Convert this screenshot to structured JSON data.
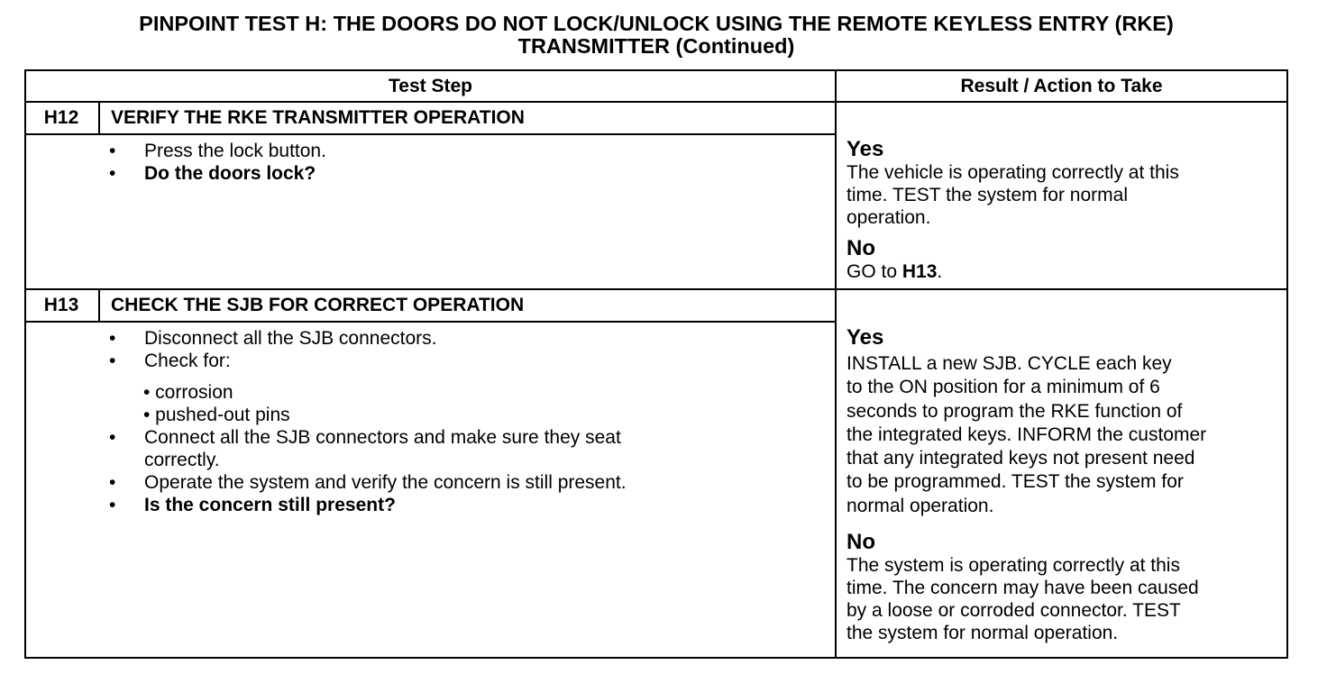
{
  "title": {
    "line1": "PINPOINT TEST  H: THE DOORS DO NOT LOCK/UNLOCK USING THE REMOTE KEYLESS ENTRY (RKE)",
    "line2": "TRANSMITTER (Continued)"
  },
  "table": {
    "headers": {
      "test_step": "Test Step",
      "result_action": "Result / Action to Take"
    },
    "steps": [
      {
        "id": "H12",
        "title": "VERIFY THE RKE TRANSMITTER OPERATION",
        "bullets": [
          "Press the lock button.",
          "Do the doors lock?"
        ],
        "yes_label": "Yes",
        "yes_lines": [
          "The vehicle is operating correctly at this",
          "time. TEST the system for normal",
          "operation."
        ],
        "no_label": "No",
        "no_prefix": "GO to ",
        "no_ref": "H13",
        "no_suffix": "."
      },
      {
        "id": "H13",
        "title": "CHECK THE SJB FOR CORRECT OPERATION",
        "bullets": [
          "Disconnect all the SJB connectors.",
          "Check for:"
        ],
        "subbullets": [
          "• corrosion",
          "• pushed-out pins"
        ],
        "bullet_connect": [
          "Connect all the SJB connectors and make sure they seat",
          "correctly."
        ],
        "bullet_operate": "Operate the system and verify the concern is still present.",
        "bullet_question": "Is the concern still present?",
        "yes_label": "Yes",
        "yes_lines": [
          "INSTALL a new SJB. CYCLE each key",
          "to the ON  position for a minimum of 6",
          "seconds to program the RKE function of",
          "the integrated keys. INFORM the customer",
          "that any integrated keys not present need",
          "to be programmed. TEST the system for",
          "normal operation."
        ],
        "no_label": "No",
        "no_lines": [
          "The system is operating correctly at this",
          "time. The concern may have been caused",
          "by a loose or corroded connector. TEST",
          "the system for normal operation."
        ]
      }
    ]
  }
}
